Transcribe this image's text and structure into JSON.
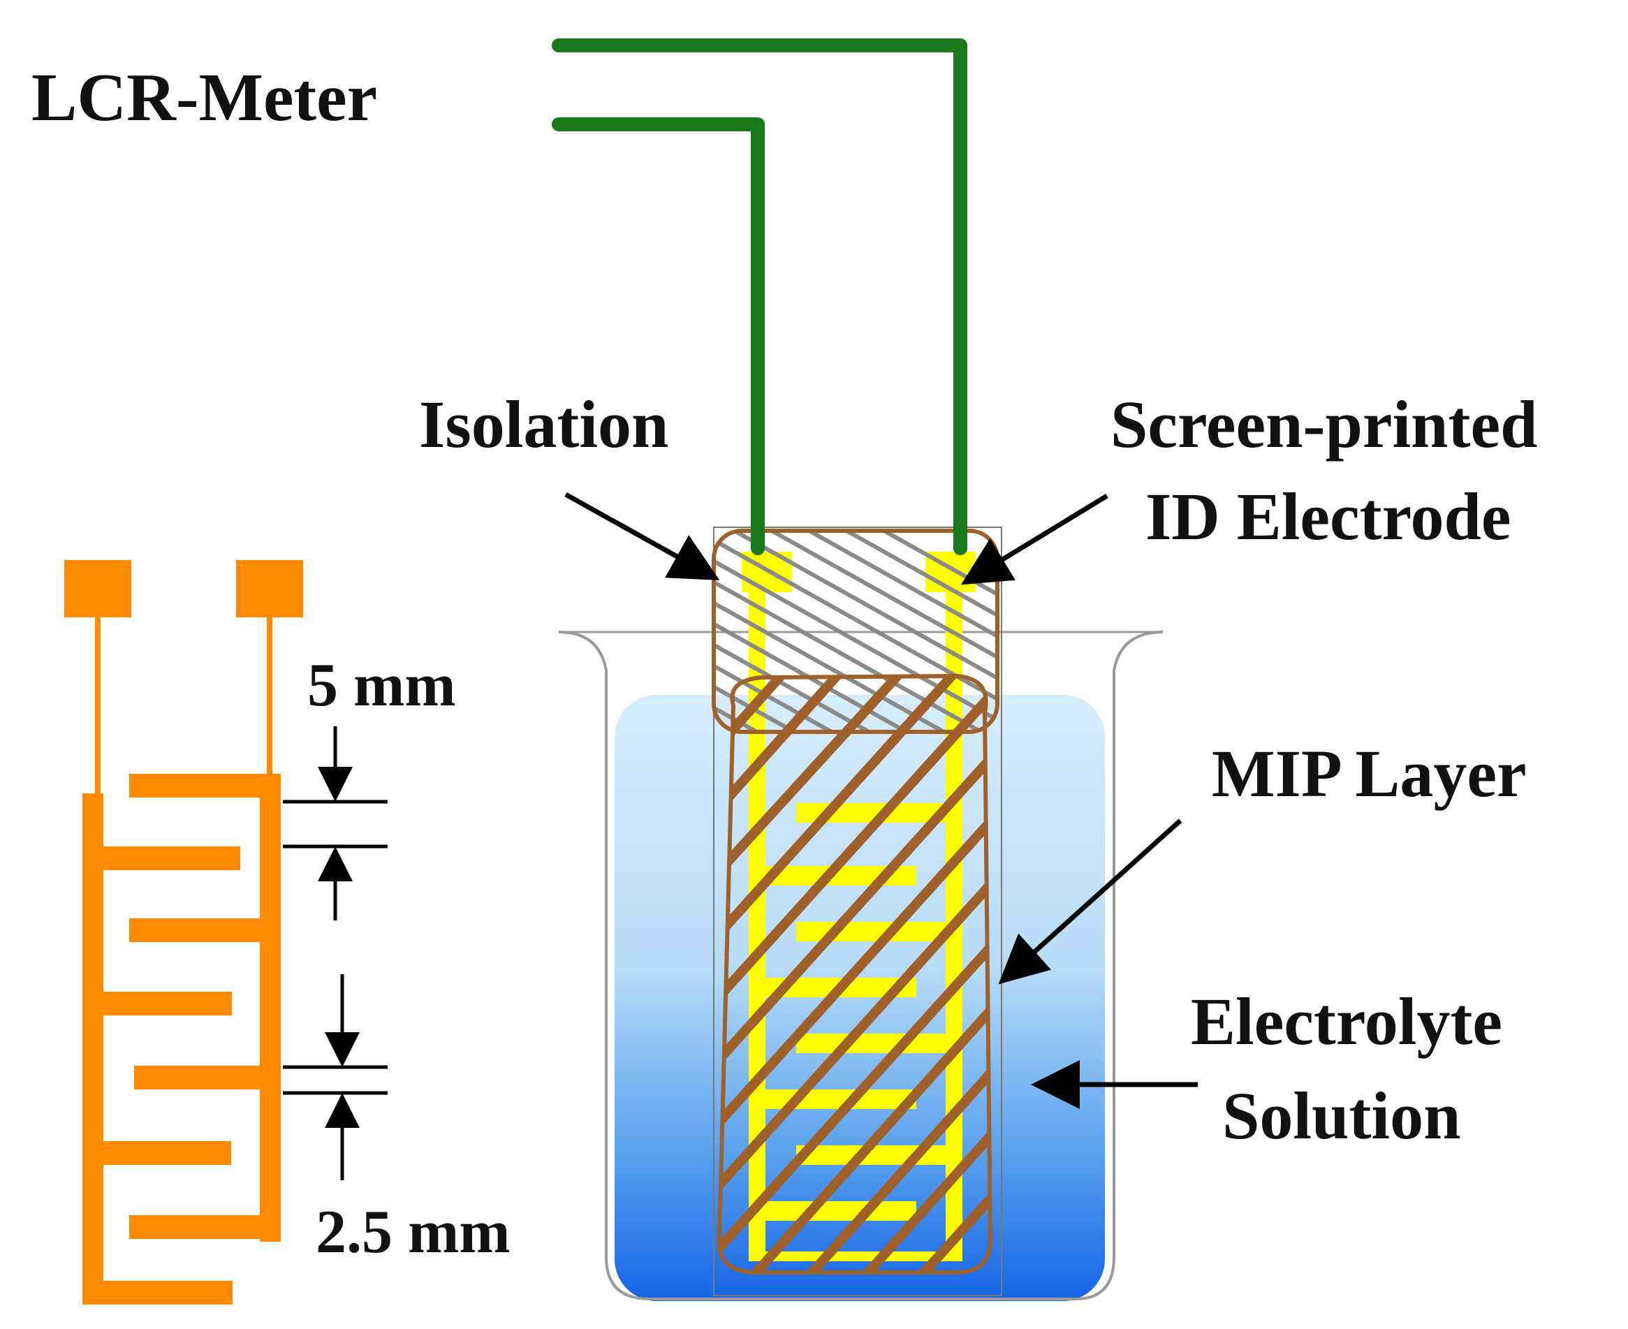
{
  "labels": {
    "lcr_meter": "LCR-Meter",
    "isolation": "Isolation",
    "electrode_line1": "Screen-printed",
    "electrode_line2": "ID Electrode",
    "mip_layer": "MIP Layer",
    "electrolyte_line1": "Electrolyte",
    "electrolyte_line2": "Solution",
    "dim_5mm": "5 mm",
    "dim_2_5mm": "2.5 mm"
  },
  "colors": {
    "wire": "#1a7a1a",
    "electrode_orange": "#ff8a00",
    "electrode_yellow": "#ffff00",
    "mip_brown": "#a0602a",
    "isolation_hatch": "#888888",
    "solution_top": "#d4ebfb",
    "solution_bottom": "#1a6fe8",
    "arrow": "#000000"
  }
}
